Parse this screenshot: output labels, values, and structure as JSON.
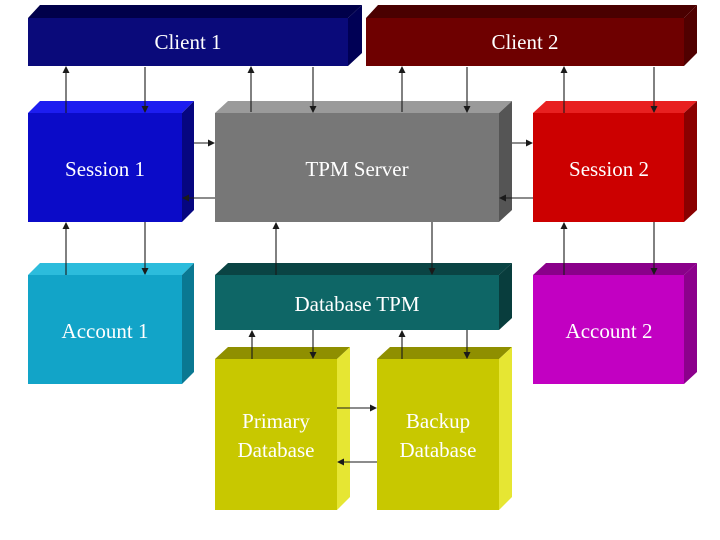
{
  "boxes": {
    "client1": {
      "label": "Client 1",
      "color": "#0a0a7a"
    },
    "client2": {
      "label": "Client 2",
      "color": "#6e0000"
    },
    "session1": {
      "label": "Session 1",
      "color": "#0b0bc8"
    },
    "tpm_server": {
      "label": "TPM Server",
      "color": "#777777"
    },
    "session2": {
      "label": "Session 2",
      "color": "#cc0000"
    },
    "account1": {
      "label": "Account 1",
      "color": "#12a4c8"
    },
    "database_tpm": {
      "label": "Database TPM",
      "color": "#0e6666"
    },
    "account2": {
      "label": "Account 2",
      "color": "#c200c2"
    },
    "primary_db": {
      "label_line1": "Primary",
      "label_line2": "Database",
      "color": "#c8c800"
    },
    "backup_db": {
      "label_line1": "Backup",
      "label_line2": "Database",
      "color": "#c8c800"
    }
  }
}
